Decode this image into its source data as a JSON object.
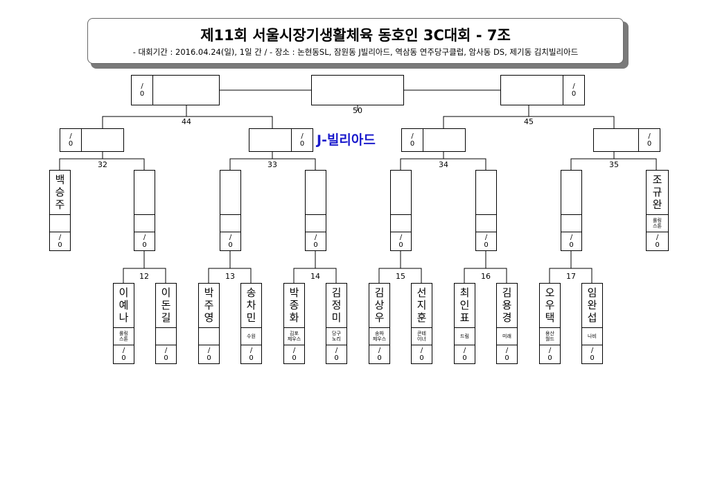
{
  "header": {
    "title": "제11회 서울시장기생활체육 동호인 3C대회 - 7조",
    "subtitle": "- 대회기간 : 2016.04.24(일), 1일 간 / - 장소 : 논현동SL, 잠원동 J빌리아드, 역삼동 연주당구클럽, 암사동 DS, 제기동 김치빌리아드"
  },
  "venue_label": "J-빌리아드",
  "score_placeholder": {
    "slash": "/",
    "zero": "0"
  },
  "match_numbers": {
    "m50": "50",
    "m44": "44",
    "m45": "45",
    "m32": "32",
    "m33": "33",
    "m34": "34",
    "m35": "35",
    "m12": "12",
    "m13": "13",
    "m14": "14",
    "m15": "15",
    "m16": "16",
    "m17": "17"
  },
  "round2_players": {
    "p32_seed": {
      "name": [
        "백",
        "승",
        "주"
      ],
      "club": [
        "",
        ""
      ]
    },
    "p35_seed": {
      "name": [
        "조",
        "규",
        "완"
      ],
      "club": [
        "롤링",
        "스톤"
      ]
    }
  },
  "round1_players": [
    {
      "name": [
        "이",
        "예",
        "나"
      ],
      "club": [
        "롤링",
        "스톤"
      ]
    },
    {
      "name": [
        "이",
        "돈",
        "길"
      ],
      "club": [
        "",
        ""
      ]
    },
    {
      "name": [
        "박",
        "주",
        "영"
      ],
      "club": [
        "",
        ""
      ]
    },
    {
      "name": [
        "송",
        "차",
        "민"
      ],
      "club": [
        "수원",
        ""
      ]
    },
    {
      "name": [
        "박",
        "종",
        "화"
      ],
      "club": [
        "김포",
        "제우스"
      ]
    },
    {
      "name": [
        "김",
        "정",
        "미"
      ],
      "club": [
        "당구",
        "노리"
      ]
    },
    {
      "name": [
        "김",
        "상",
        "우"
      ],
      "club": [
        "송파",
        "제우스"
      ]
    },
    {
      "name": [
        "선",
        "지",
        "훈"
      ],
      "club": [
        "콘테",
        "이너"
      ]
    },
    {
      "name": [
        "최",
        "인",
        "표"
      ],
      "club": [
        "드림",
        ""
      ]
    },
    {
      "name": [
        "김",
        "용",
        "경"
      ],
      "club": [
        "미래",
        ""
      ]
    },
    {
      "name": [
        "오",
        "우",
        "택"
      ],
      "club": [
        "용산",
        "월드"
      ]
    },
    {
      "name": [
        "임",
        "완",
        "섭"
      ],
      "club": [
        "나비",
        ""
      ]
    }
  ]
}
